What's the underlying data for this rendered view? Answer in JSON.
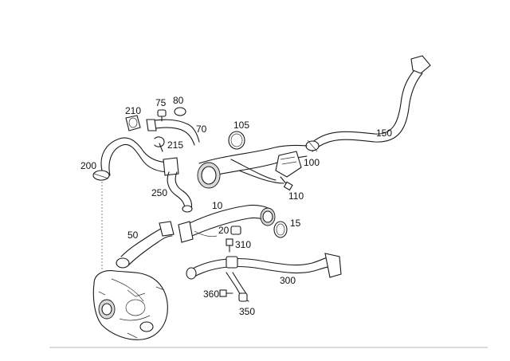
{
  "diagram": {
    "callouts": [
      {
        "id": "c10",
        "text": "10"
      },
      {
        "id": "c15",
        "text": "15"
      },
      {
        "id": "c20",
        "text": "20"
      },
      {
        "id": "c50",
        "text": "50"
      },
      {
        "id": "c70",
        "text": "70"
      },
      {
        "id": "c75",
        "text": "75"
      },
      {
        "id": "c80",
        "text": "80"
      },
      {
        "id": "c100",
        "text": "100"
      },
      {
        "id": "c105",
        "text": "105"
      },
      {
        "id": "c110",
        "text": "110"
      },
      {
        "id": "c150",
        "text": "150"
      },
      {
        "id": "c200",
        "text": "200"
      },
      {
        "id": "c210",
        "text": "210"
      },
      {
        "id": "c215",
        "text": "215"
      },
      {
        "id": "c250",
        "text": "250"
      },
      {
        "id": "c300",
        "text": "300"
      },
      {
        "id": "c310",
        "text": "310"
      },
      {
        "id": "c350",
        "text": "350"
      },
      {
        "id": "c360",
        "text": "360"
      }
    ],
    "colors": {
      "line": "#1a1a1a",
      "shade": "#d9d9d9",
      "background": "#ffffff",
      "rule": "#b5b5b5"
    }
  }
}
